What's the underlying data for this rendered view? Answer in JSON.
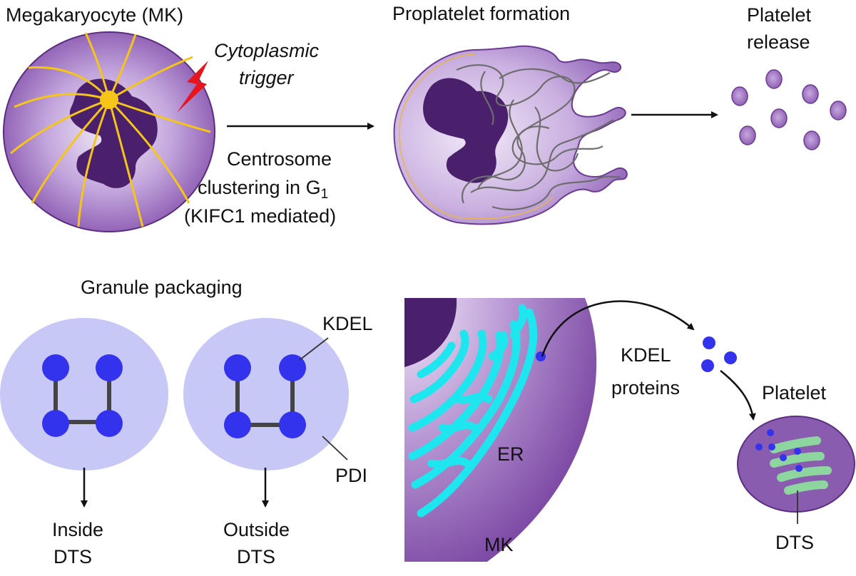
{
  "top": {
    "mk_title": "Megakaryocyte (MK)",
    "trigger_line1": "Cytoplasmic",
    "trigger_line2": "trigger",
    "centrosome_line1": "Centrosome",
    "centrosome_line2_main": "clustering in G",
    "centrosome_line2_sub": "1",
    "centrosome_line3": "(KIFC1 mediated)",
    "proplatelet_title": "Proplatelet formation",
    "release_line1": "Platelet",
    "release_line2": "release"
  },
  "bottom": {
    "granule_title": "Granule packaging",
    "kdel_label": "KDEL",
    "pdi_label": "PDI",
    "inside_line1": "Inside",
    "inside_line2": "DTS",
    "outside_line1": "Outside",
    "outside_line2": "DTS",
    "er_label": "ER",
    "mk_label": "MK",
    "kdel_proteins_line1": "KDEL",
    "kdel_proteins_line2": "proteins",
    "platelet_label": "Platelet",
    "dts_label": "DTS"
  },
  "colors": {
    "cell_purple": "#8a5cb0",
    "cell_light": "#e9def3",
    "nucleus": "#4a1f6b",
    "spindle_yellow": "#f5c518",
    "trigger_red": "#e8141c",
    "granule_lavender": "#c8c8f7",
    "kdel_blue": "#3333ee",
    "er_cyan": "#1ee6ee",
    "dts_green": "#8ed6a0"
  }
}
